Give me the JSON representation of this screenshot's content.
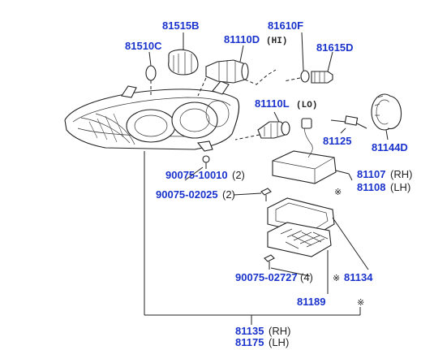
{
  "colors": {
    "label": "#1a33cc",
    "line": "#222222",
    "background": "#ffffff"
  },
  "parts": {
    "p81515B": {
      "code": "81515B",
      "note": ""
    },
    "p81610F": {
      "code": "81610F",
      "note": ""
    },
    "p81510C": {
      "code": "81510C",
      "note": ""
    },
    "p81110D": {
      "code": "81110D",
      "note": "(HI)"
    },
    "p81615D": {
      "code": "81615D",
      "note": ""
    },
    "p81110L": {
      "code": "81110L",
      "note": "(LO)"
    },
    "p81125": {
      "code": "81125",
      "note": ""
    },
    "p81144D": {
      "code": "81144D",
      "note": ""
    },
    "p90075_10010": {
      "code": "90075-10010",
      "note": "(2)"
    },
    "p90075_02025": {
      "code": "90075-02025",
      "note": "(2)"
    },
    "p81107": {
      "code": "81107",
      "note": "(RH)"
    },
    "p81108": {
      "code": "81108",
      "note": "(LH)"
    },
    "p90075_02727": {
      "code": "90075-02727",
      "note": "(4)"
    },
    "p81134": {
      "code": "81134",
      "mark": "※"
    },
    "p81189": {
      "code": "81189",
      "note": ""
    },
    "p81135": {
      "code": "81135",
      "note": "(RH)"
    },
    "p81175": {
      "code": "81175",
      "note": "(LH)"
    }
  },
  "marks": {
    "star_81107": "※",
    "star_bottom": "※"
  }
}
